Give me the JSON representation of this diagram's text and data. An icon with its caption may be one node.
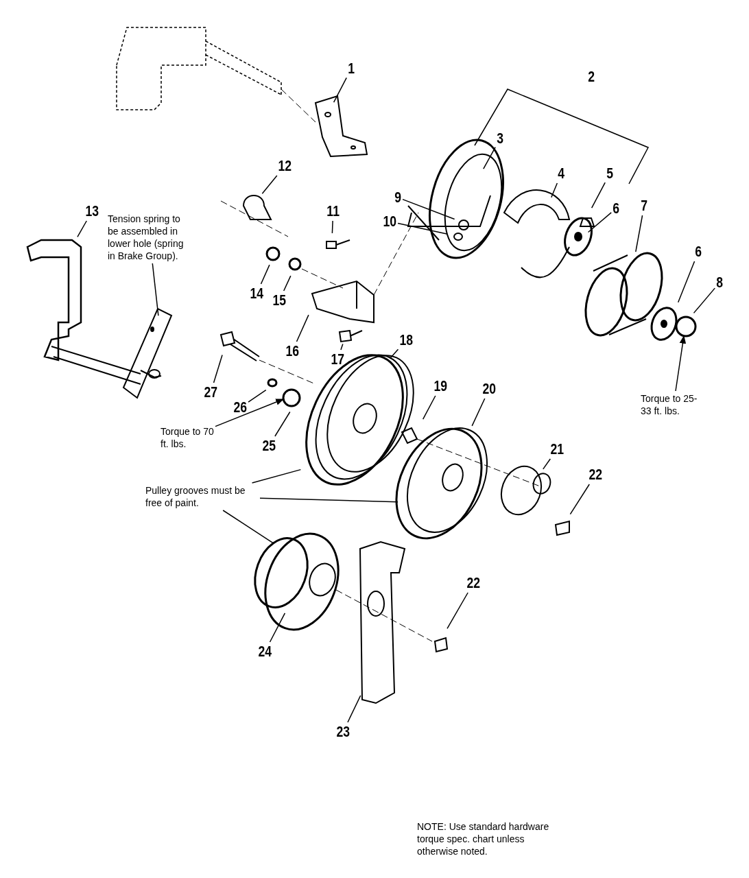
{
  "diagram": {
    "nodes": [
      {
        "text": [
          "1"
        ]
      },
      {
        "text": [
          "2"
        ]
      },
      {
        "text": [
          "3"
        ]
      },
      {
        "text": [
          "4"
        ]
      },
      {
        "text": [
          "5"
        ]
      },
      {
        "text": [
          "6"
        ]
      },
      {
        "text": [
          "7"
        ]
      },
      {
        "text": [
          "6"
        ]
      },
      {
        "text": [
          "8"
        ]
      },
      {
        "text": [
          "9"
        ]
      },
      {
        "text": [
          "10"
        ]
      },
      {
        "text": [
          "11"
        ]
      },
      {
        "text": [
          "12"
        ]
      },
      {
        "text": [
          "13"
        ]
      },
      {
        "text": [
          "14"
        ]
      },
      {
        "text": [
          "15"
        ]
      },
      {
        "text": [
          "16"
        ]
      },
      {
        "text": [
          "17"
        ]
      },
      {
        "text": [
          "18"
        ]
      },
      {
        "text": [
          "19"
        ]
      },
      {
        "text": [
          "20"
        ]
      },
      {
        "text": [
          "21"
        ]
      },
      {
        "text": [
          "22"
        ]
      },
      {
        "text": [
          "22"
        ]
      },
      {
        "text": [
          "23"
        ]
      },
      {
        "text": [
          "24"
        ]
      },
      {
        "text": [
          "25"
        ]
      },
      {
        "text": [
          "26"
        ]
      },
      {
        "text": [
          "27"
        ]
      },
      {
        "text": [
          "Tension spring to be assembled in lower hole (spring in Brake Group)."
        ]
      },
      {
        "text": [
          "Torque to 70 ft. lbs."
        ]
      },
      {
        "text": [
          "Torque to 25-33 ft. lbs."
        ]
      },
      {
        "text": [
          "Pulley grooves must be free of paint."
        ]
      }
    ],
    "edges": [
      {
        "from": 0,
        "to": null,
        "arrow": "none"
      },
      {
        "from": 2,
        "to": null,
        "arrow": "none"
      },
      {
        "from": 3,
        "to": null,
        "arrow": "none"
      },
      {
        "from": 4,
        "to": null,
        "arrow": "none"
      },
      {
        "from": 5,
        "to": null,
        "arrow": "none"
      },
      {
        "from": 6,
        "to": null,
        "arrow": "none"
      },
      {
        "from": 7,
        "to": null,
        "arrow": "none"
      },
      {
        "from": 8,
        "to": null,
        "arrow": "none"
      },
      {
        "from": 9,
        "to": null,
        "arrow": "none"
      },
      {
        "from": 10,
        "to": null,
        "arrow": "none"
      },
      {
        "from": 11,
        "to": null,
        "arrow": "none"
      },
      {
        "from": 12,
        "to": null,
        "arrow": "none"
      },
      {
        "from": 13,
        "to": null,
        "arrow": "none"
      },
      {
        "from": 14,
        "to": null,
        "arrow": "none"
      },
      {
        "from": 15,
        "to": null,
        "arrow": "none"
      },
      {
        "from": 16,
        "to": null,
        "arrow": "none"
      },
      {
        "from": 17,
        "to": null,
        "arrow": "none"
      },
      {
        "from": 18,
        "to": null,
        "arrow": "none"
      },
      {
        "from": 19,
        "to": null,
        "arrow": "none"
      },
      {
        "from": 20,
        "to": null,
        "arrow": "none"
      },
      {
        "from": 21,
        "to": null,
        "arrow": "none"
      },
      {
        "from": 22,
        "to": null,
        "arrow": "none"
      },
      {
        "from": 23,
        "to": null,
        "arrow": "none"
      },
      {
        "from": 24,
        "to": null,
        "arrow": "none"
      },
      {
        "from": 25,
        "to": null,
        "arrow": "none"
      },
      {
        "from": 26,
        "to": null,
        "arrow": "none"
      },
      {
        "from": 27,
        "to": null,
        "arrow": "none"
      },
      {
        "from": 28,
        "to": null,
        "arrow": "none"
      },
      {
        "from": 29,
        "to": null,
        "arrow": "none"
      },
      {
        "from": 30,
        "to": null,
        "arrow": "to"
      },
      {
        "from": 31,
        "to": null,
        "arrow": "to"
      },
      {
        "from": 32,
        "to": null,
        "arrow": "none"
      },
      {
        "from": 32,
        "to": null,
        "arrow": "none"
      },
      {
        "from": 32,
        "to": null,
        "arrow": "none"
      }
    ],
    "labels": [
      "NOTE: Use standard hardware torque spec. chart unless otherwise noted."
    ]
  }
}
